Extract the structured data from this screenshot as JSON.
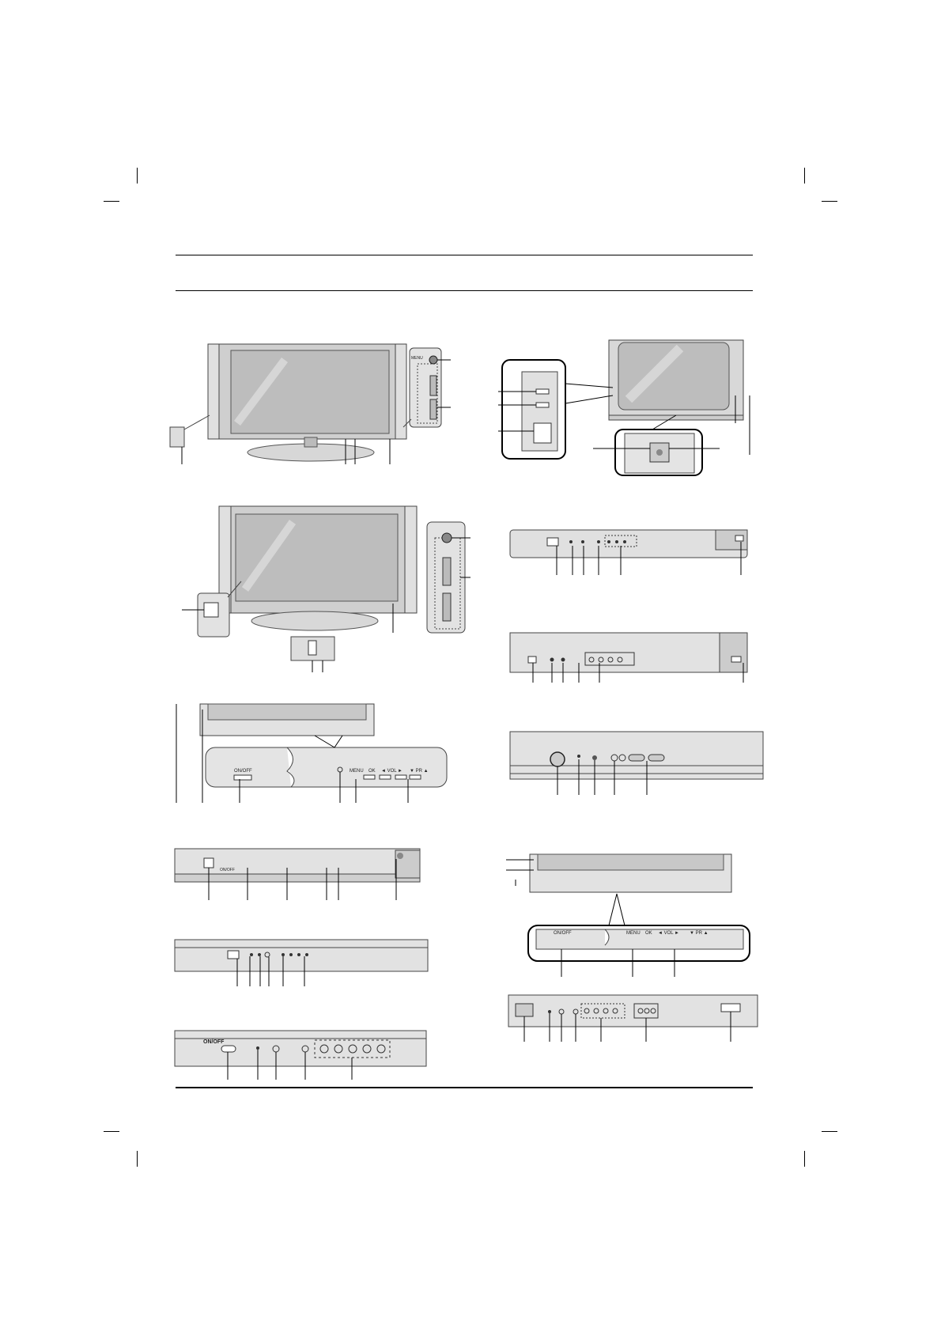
{
  "page": {
    "background": "#ffffff",
    "line_color": "#000000",
    "panel_fill": "#d9d9d9",
    "screen_fill": "#bdbdbd"
  },
  "labels": {
    "menu": "MENU",
    "on_off": "ON/OFF",
    "ok": "OK",
    "vol": "◄ VOL ►",
    "pr": "▼ PR ▲",
    "vol_small": "◄ VOL ►",
    "pr_small": "▼ PR ▲"
  }
}
